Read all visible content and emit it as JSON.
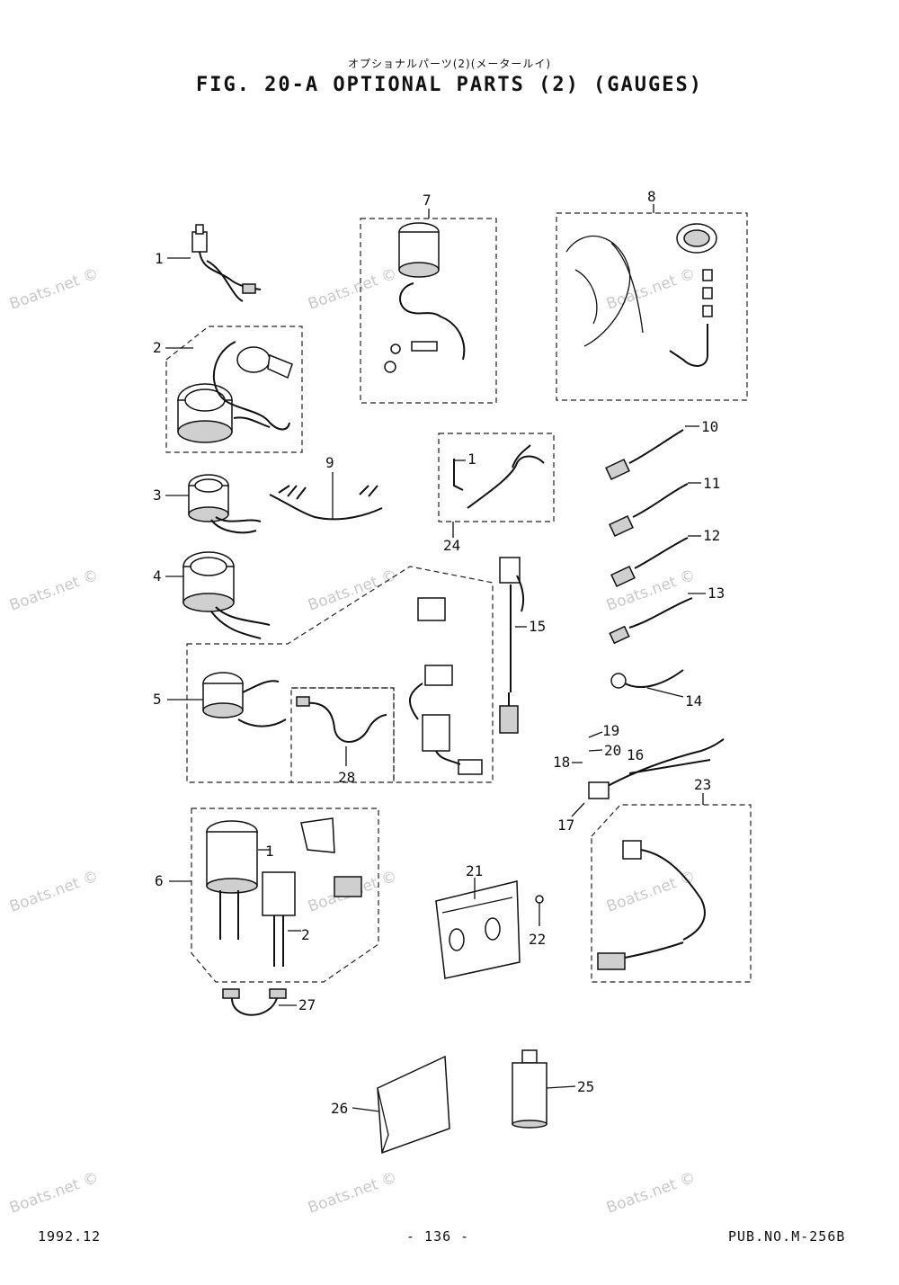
{
  "header": {
    "japanese_title": "オプショナルパーツ(2)(メータールイ)",
    "title": "FIG. 20-A OPTIONAL PARTS (2) (GAUGES)"
  },
  "watermark": "Boats.net ©",
  "callouts": {
    "c1": "1",
    "c2": "2",
    "c3": "3",
    "c4": "4",
    "c5": "5",
    "c6": "6",
    "c7": "7",
    "c8": "8",
    "c9": "9",
    "c10": "10",
    "c11": "11",
    "c12": "12",
    "c13": "13",
    "c14": "14",
    "c15": "15",
    "c16": "16",
    "c17": "17",
    "c18": "18",
    "c19": "19",
    "c20": "20",
    "c21": "21",
    "c22": "22",
    "c23": "23",
    "c24": "24",
    "c25": "25",
    "c26": "26",
    "c27": "27",
    "c28": "28",
    "c24_sub1": "1",
    "c6_sub1": "1",
    "c6_sub2": "2"
  },
  "footer": {
    "date": "1992.12",
    "page": "- 136 -",
    "pub_no": "PUB.NO.M-256B"
  }
}
